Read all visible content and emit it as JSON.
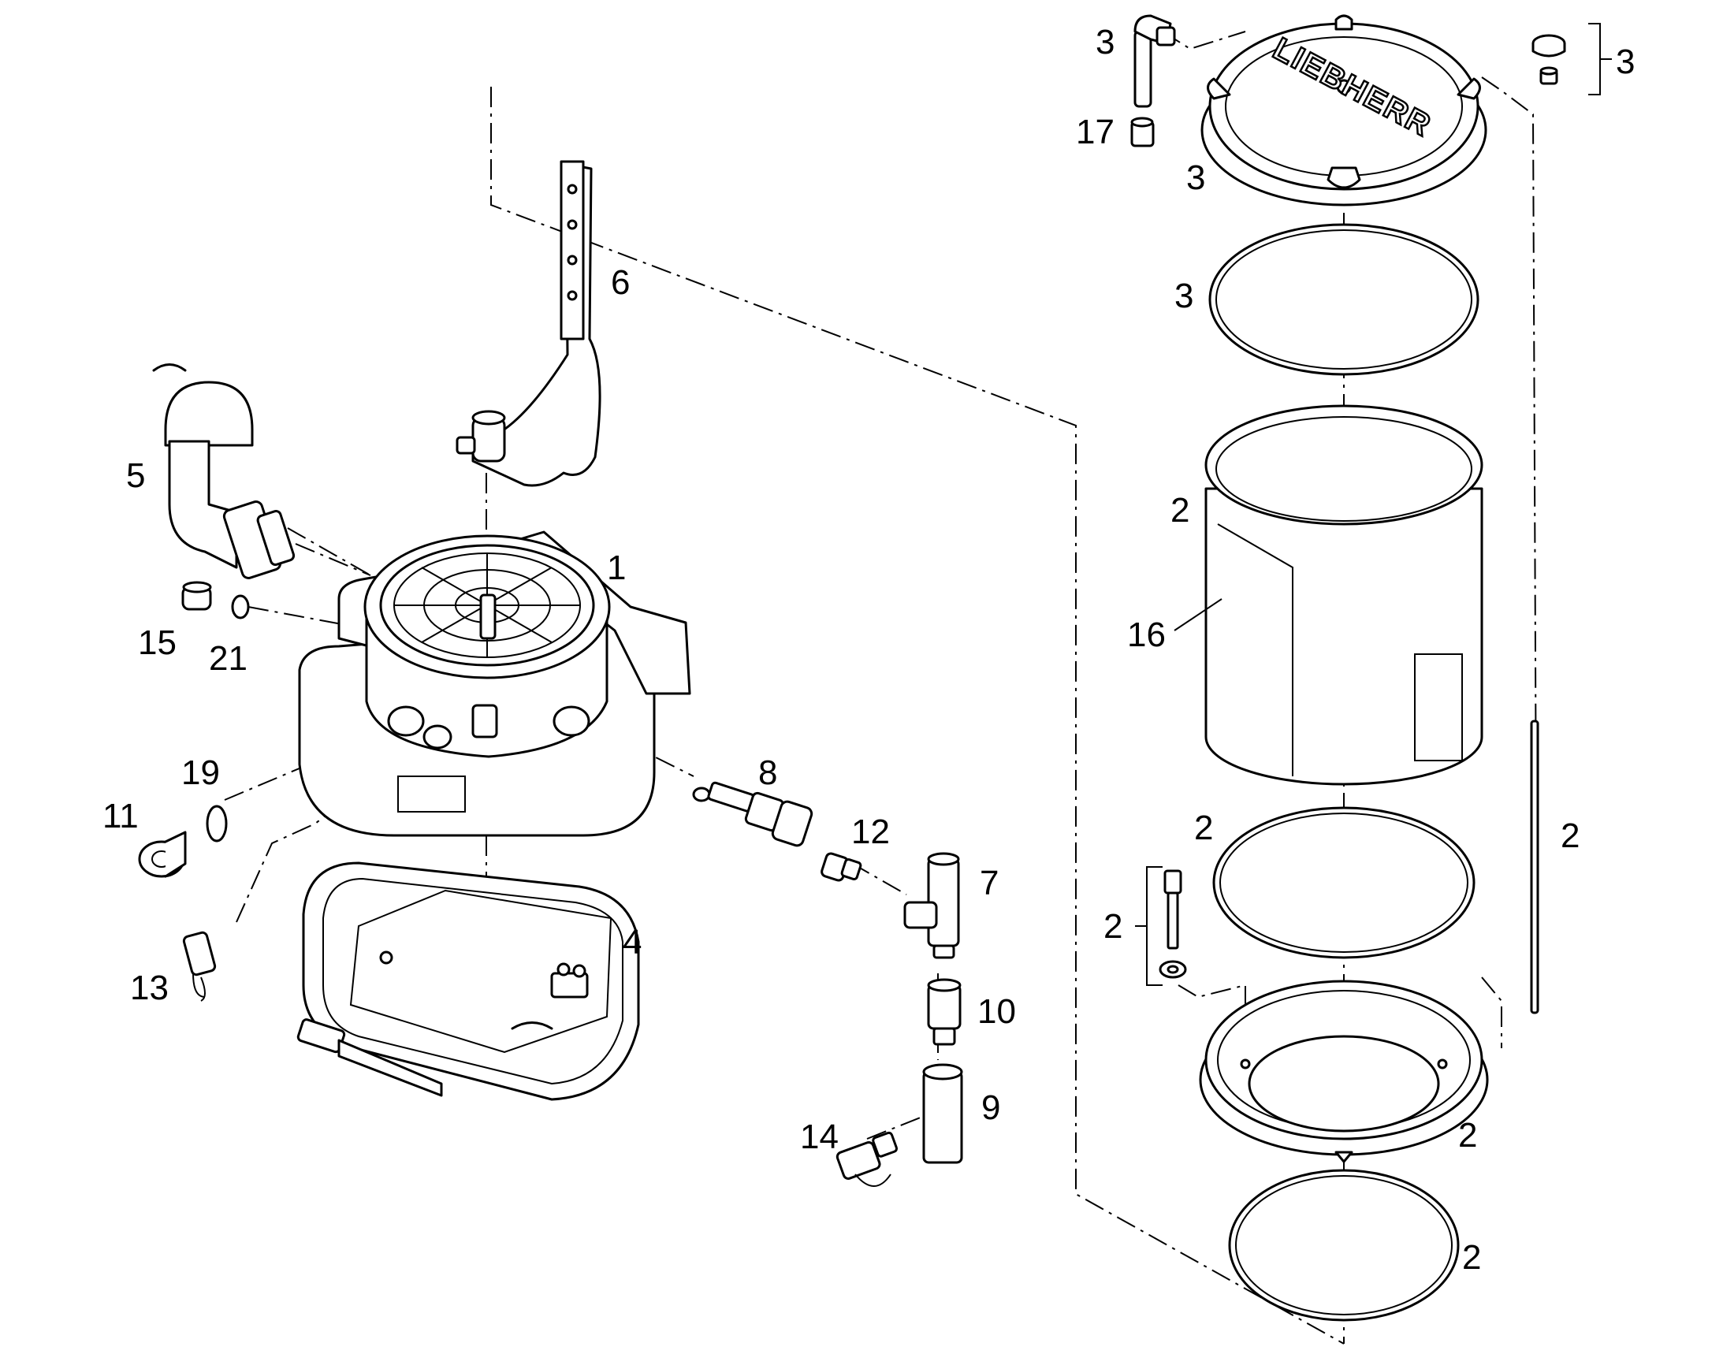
{
  "diagram": {
    "brand_logo": "LIEBHERR",
    "callouts": {
      "c1": "1",
      "c2_bushing": "2",
      "c2_ring_a": "2",
      "c2_ring_b": "2",
      "c2_rod": "2",
      "c2_screw": "2",
      "c2_base": "2",
      "c2_ring_c": "2",
      "c3_elbow": "3",
      "c3_plug": "3",
      "c3_lid": "3",
      "c3_ring": "3",
      "c4": "4",
      "c5": "5",
      "c6": "6",
      "c7": "7",
      "c8": "8",
      "c9": "9",
      "c10": "10",
      "c11": "11",
      "c12": "12",
      "c13": "13",
      "c14": "14",
      "c15": "15",
      "c16": "16",
      "c17": "17",
      "c19": "19",
      "c21": "21"
    }
  }
}
